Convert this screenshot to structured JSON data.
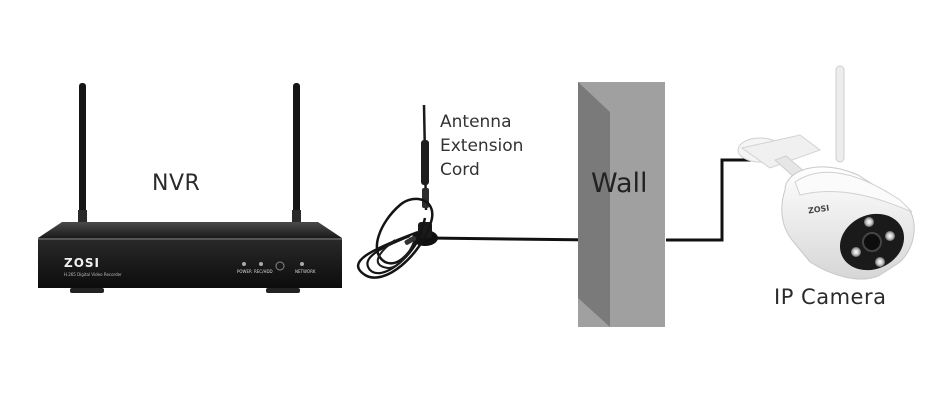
{
  "nvr": {
    "label": "NVR",
    "brand": "ZOSI",
    "model_text": "H.265 Digital Video Recorder",
    "indicators": [
      "POWER",
      "REC/HDD",
      "",
      "NETWORK"
    ]
  },
  "antenna_cord": {
    "label_lines": [
      "Antenna",
      "Extension",
      "Cord"
    ]
  },
  "wall": {
    "label": "Wall",
    "color": "#9e9e9e"
  },
  "camera": {
    "label": "IP Camera",
    "brand": "ZOSI"
  },
  "colors": {
    "cable": "#111111",
    "nvr_body": "#1c1c1c",
    "camera_body": "#f2f2f2"
  }
}
